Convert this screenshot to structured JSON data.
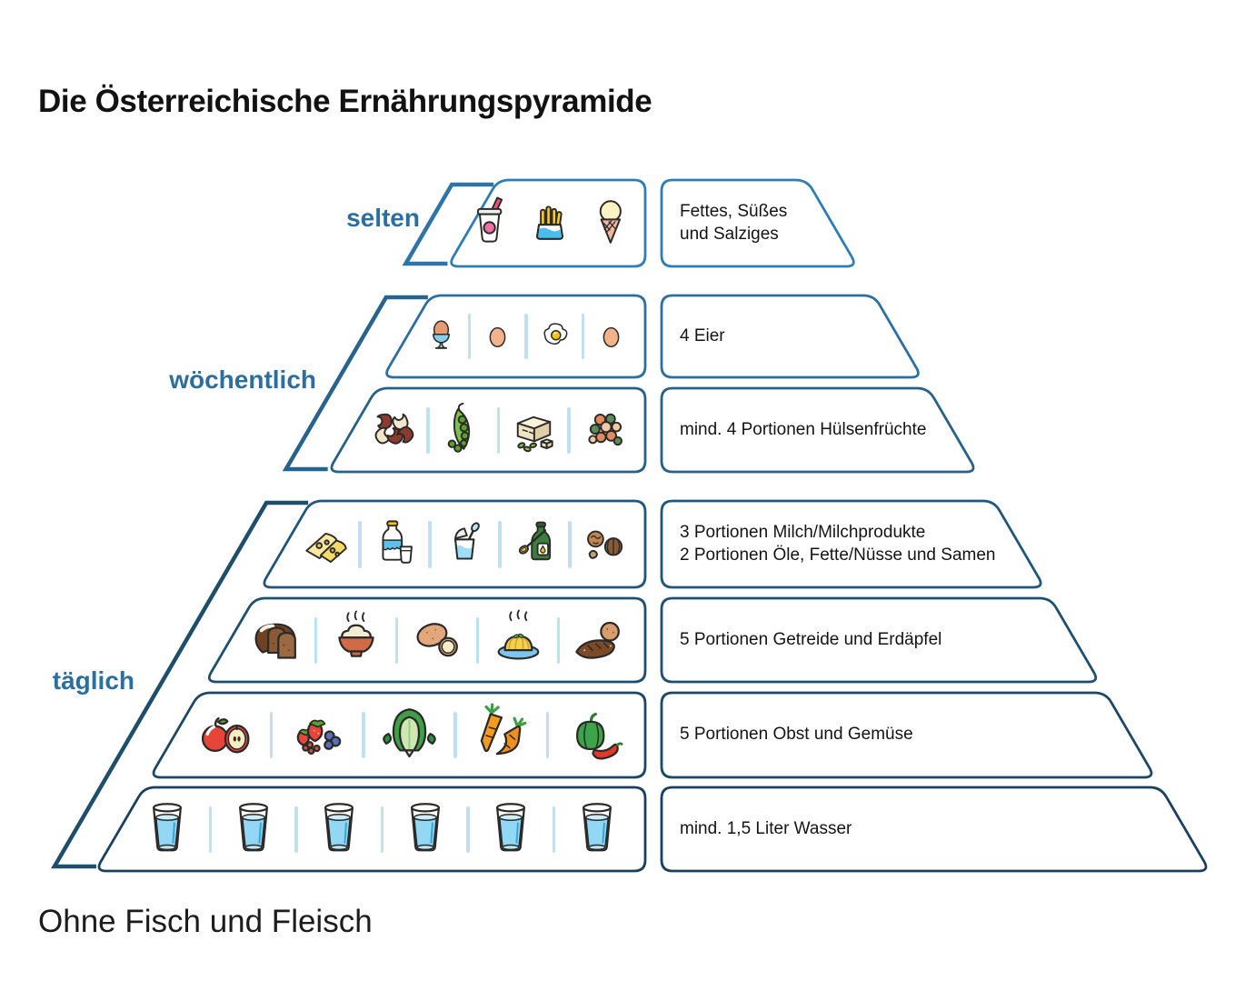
{
  "title": "Die Österreichische Ernährungspyramide",
  "footnote": "Ohne Fisch und Fleisch",
  "frequency_labels": {
    "selten": "selten",
    "woechentlich": "wöchentlich",
    "taeglich": "täglich"
  },
  "palette": {
    "background": "#ffffff",
    "ink": "#141414",
    "label_color": "#2c6f9f",
    "divider": "#bee0f2",
    "outline": "#2b2a28",
    "row_borders": [
      "#2f7db5",
      "#2b6fa0",
      "#276088",
      "#21567b",
      "#1e4f71",
      "#1c4766",
      "#1a4060"
    ],
    "bracket_colors": [
      "#2e74a8",
      "#27638c",
      "#1e4e6a"
    ]
  },
  "rows": [
    {
      "id": "fettes-suesses-salziges",
      "frequency": "selten",
      "text_lines": [
        "Fettes, Süßes",
        "und Salziges"
      ],
      "icons": [
        "soft-drink-icon",
        "french-fries-icon",
        "ice-cream-cone-icon"
      ],
      "dividers": false
    },
    {
      "id": "eier",
      "frequency": "wöchentlich",
      "text_lines": [
        "4 Eier"
      ],
      "icons": [
        "egg-in-cup-icon",
        "egg-icon",
        "fried-egg-icon",
        "egg-icon"
      ],
      "dividers": true
    },
    {
      "id": "huelsenfruechte",
      "frequency": "wöchentlich",
      "text_lines": [
        "mind. 4 Portionen Hülsenfrüchte"
      ],
      "icons": [
        "kidney-beans-icon",
        "pea-pod-icon",
        "tofu-icon",
        "mixed-legumes-icon"
      ],
      "dividers": true
    },
    {
      "id": "milch-oele-nuesse",
      "frequency": "täglich",
      "text_lines": [
        "3 Portionen Milch/Milchprodukte",
        "2 Portionen Öle, Fette/Nüsse und Samen"
      ],
      "icons": [
        "cheese-icon",
        "milk-bottle-icon",
        "yogurt-icon",
        "oil-bottle-icon",
        "walnuts-icon"
      ],
      "dividers": true
    },
    {
      "id": "getreide-erdaepfel",
      "frequency": "täglich",
      "text_lines": [
        "5 Portionen Getreide und Erdäpfel"
      ],
      "icons": [
        "bread-icon",
        "rice-bowl-icon",
        "potatoes-icon",
        "pasta-plate-icon",
        "bread-rolls-icon"
      ],
      "dividers": true
    },
    {
      "id": "obst-gemuese",
      "frequency": "täglich",
      "text_lines": [
        "5 Portionen Obst und Gemüse"
      ],
      "icons": [
        "apple-icon",
        "berries-icon",
        "lettuce-icon",
        "carrots-icon",
        "peppers-icon"
      ],
      "dividers": true
    },
    {
      "id": "wasser",
      "frequency": "täglich",
      "text_lines": [
        "mind. 1,5 Liter Wasser"
      ],
      "icons": [
        "water-glass-icon",
        "water-glass-icon",
        "water-glass-icon",
        "water-glass-icon",
        "water-glass-icon",
        "water-glass-icon"
      ],
      "dividers": true
    }
  ]
}
